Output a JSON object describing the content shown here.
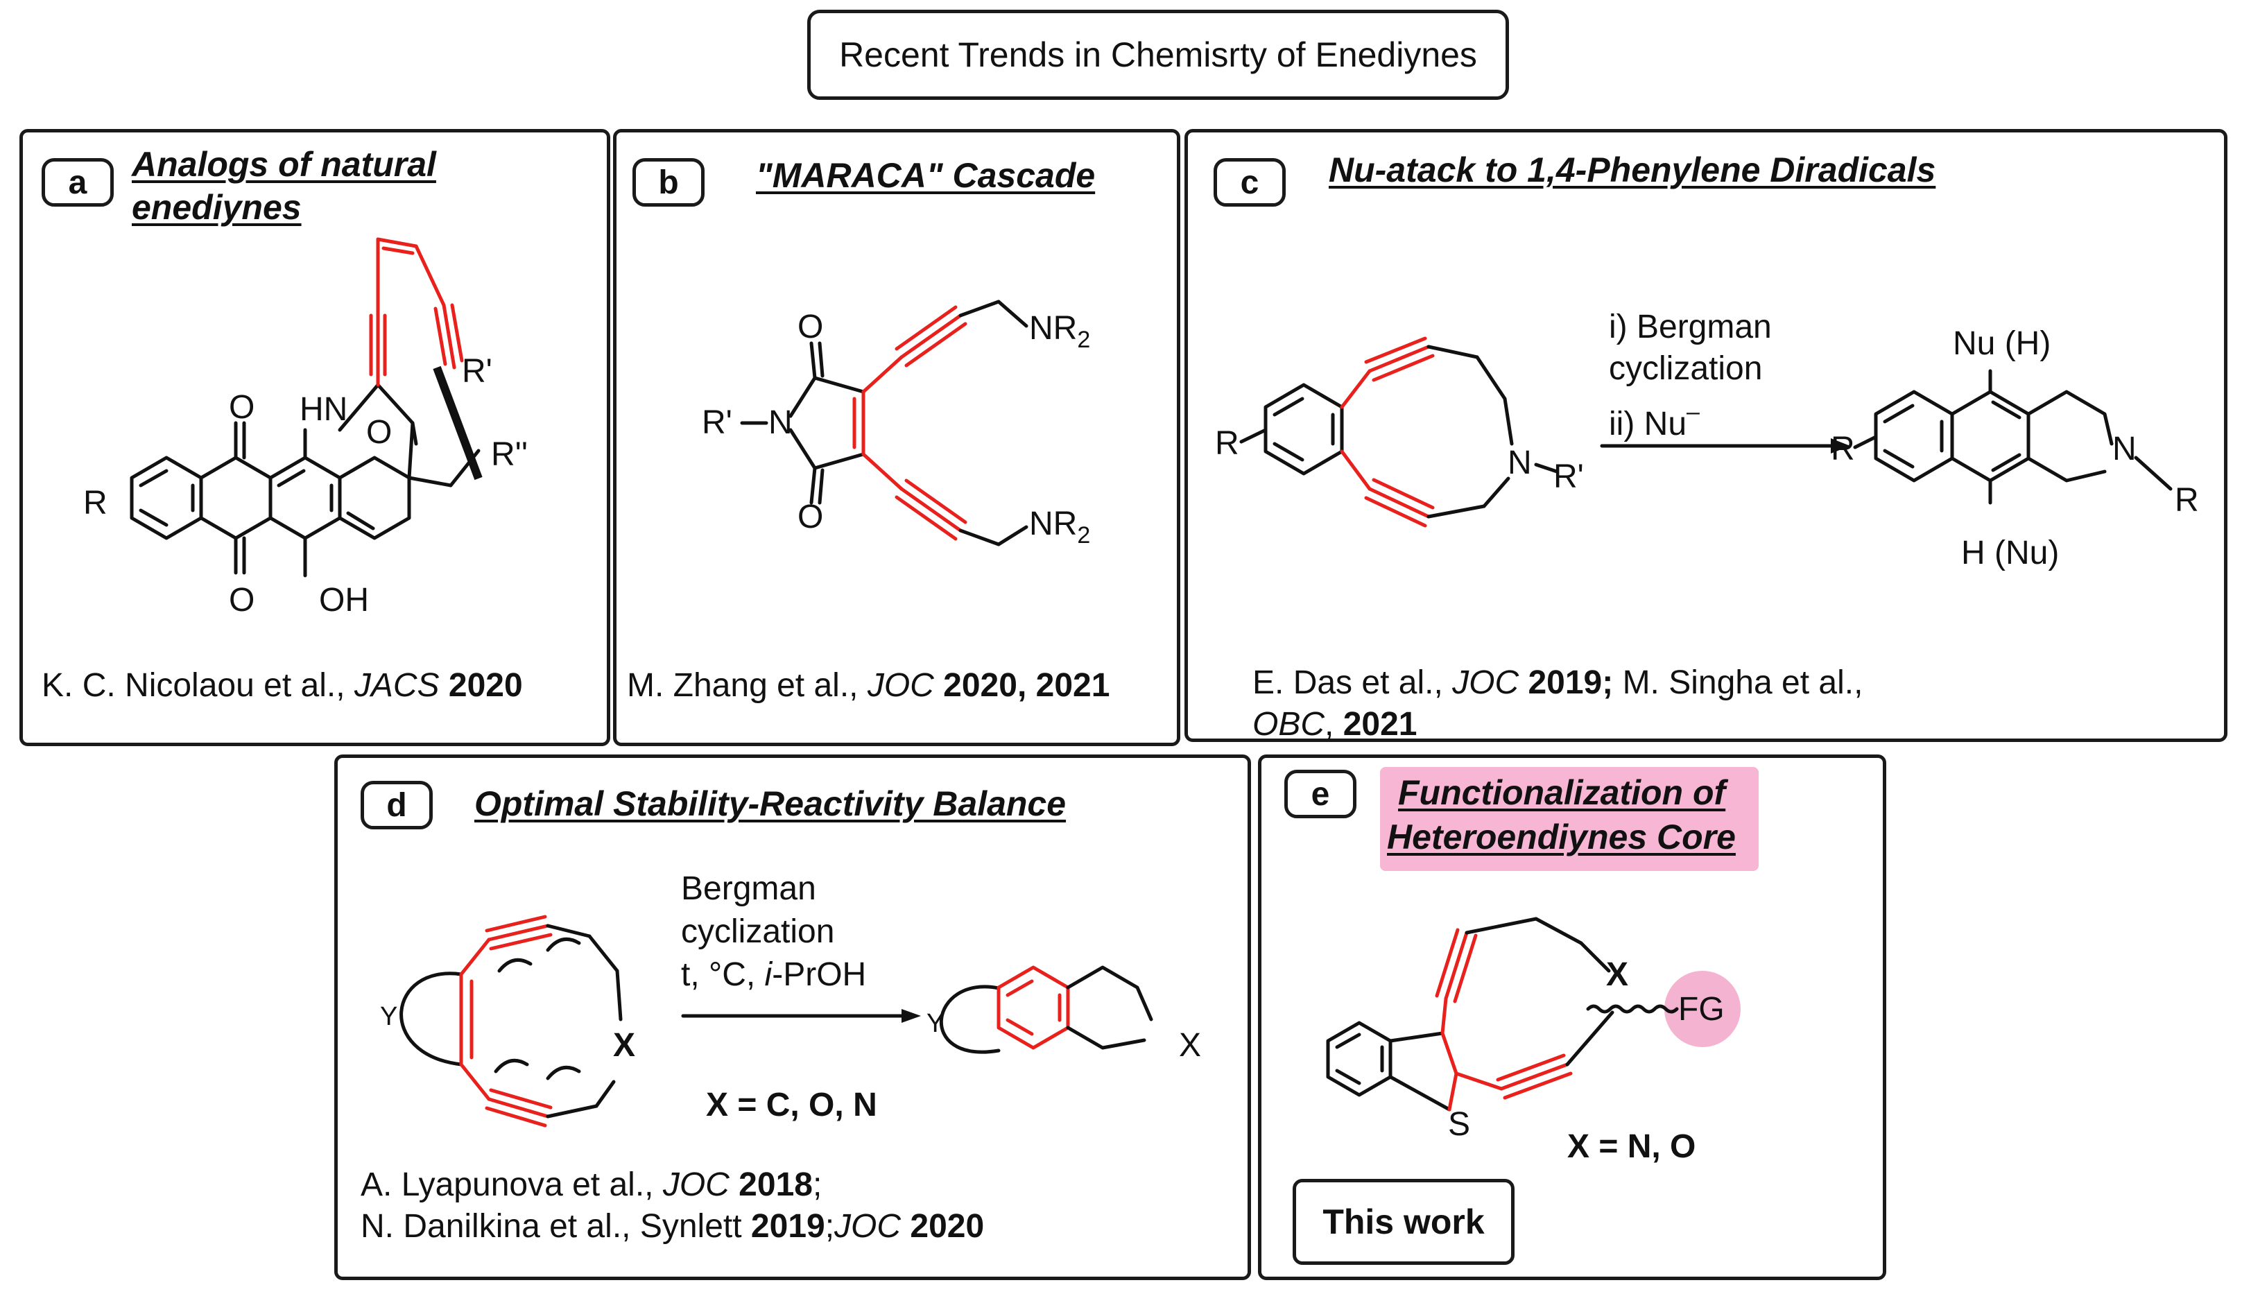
{
  "header": {
    "title": "Recent Trends in Chemisrty of Enediynes"
  },
  "panels": {
    "a": {
      "letter": "a",
      "title_line1": "Analogs of natural",
      "title_line2": "enediynes",
      "atoms": {
        "hn": "HN",
        "o1": "O",
        "o_bridge": "O",
        "o2": "O",
        "oh": "OH",
        "r": "R",
        "r1": "R'",
        "r2": "R''"
      },
      "ref_authors": "K. C. Nicolaou et al., ",
      "ref_journal": "JACS",
      "ref_year": " 2020"
    },
    "b": {
      "letter": "b",
      "title": "\"MARACA\" Cascade",
      "atoms": {
        "o1": "O",
        "o2": "O",
        "n": "N",
        "r1": "R'",
        "nr2_top": "NR",
        "nr2_bot": "NR",
        "sub2": "2"
      },
      "ref_authors": "M. Zhang et al., ",
      "ref_journal": "JOC",
      "ref_year": " 2020, 2021"
    },
    "c": {
      "letter": "c",
      "title": "Nu-atack to 1,4-Phenylene Diradicals",
      "atoms": {
        "r": "R",
        "n": "N",
        "r1": "R'",
        "nu_h": "Nu (H)",
        "h_nu": "H (Nu)",
        "r_prod": "R",
        "n_prod": "N",
        "r_prod2": "R"
      },
      "arrow_line1": "i) Bergman",
      "arrow_line2": "cyclization",
      "arrow_line3": "ii) Nu",
      "arrow_sup": "–",
      "ref_line1_authors": "E. Das et al., ",
      "ref_line1_journal": "JOC",
      "ref_line1_year": " 2019;",
      "ref_line1_rest": " M. Singha et al.,",
      "ref_line2_journal": "OBC",
      "ref_line2_sep": ", ",
      "ref_line2_year": "2021"
    },
    "d": {
      "letter": "d",
      "title": "Optimal Stability-Reactivity Balance",
      "atoms": {
        "y1": "Y",
        "x1": "X",
        "y2": "Y",
        "x2": "X"
      },
      "arrow_line1": "Bergman",
      "arrow_line2": "cyclization",
      "arrow_line3_pre": "t, °C, ",
      "arrow_line3_ital": "i",
      "arrow_line3_post": "-PrOH",
      "x_eq": "X = C, O, N",
      "ref_line1_authors": "A. Lyapunova et al., ",
      "ref_line1_journal": "JOC",
      "ref_line1_year": " 2018",
      "ref_line1_end": ";",
      "ref_line2_authors": "N. Danilkina et al., Synlett ",
      "ref_line2_year": "2019",
      "ref_line2_sep": ";",
      "ref_line2_journal": "JOC",
      "ref_line2_year2": " 2020"
    },
    "e": {
      "letter": "e",
      "title_line1": "Functionalization of",
      "title_line2": "Heteroendiynes Core",
      "atoms": {
        "x": "X",
        "s": "S",
        "fg": "FG"
      },
      "x_eq": "X = N, O",
      "this_work": "This work"
    }
  },
  "colors": {
    "highlight": "#e8211d",
    "pink": "#f5b3d2",
    "border": "#1a1a1a"
  }
}
